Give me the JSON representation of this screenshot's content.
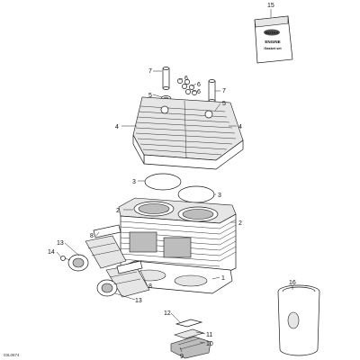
{
  "diagram": {
    "reference_code": "03L0874",
    "gasket_kit": {
      "brand": "ROTAX",
      "line1": "ENGINE",
      "line2": "Gasket set"
    },
    "callouts": [
      {
        "id": "c15",
        "label": "15"
      },
      {
        "id": "c7a",
        "label": "7"
      },
      {
        "id": "c5a",
        "label": "5"
      },
      {
        "id": "c6a",
        "label": "6"
      },
      {
        "id": "c6b",
        "label": "6"
      },
      {
        "id": "c6c",
        "label": "6"
      },
      {
        "id": "c7b",
        "label": "7"
      },
      {
        "id": "c5b",
        "label": "5"
      },
      {
        "id": "c4a",
        "label": "4"
      },
      {
        "id": "c4b",
        "label": "4"
      },
      {
        "id": "c3a",
        "label": "3"
      },
      {
        "id": "c3b",
        "label": "3"
      },
      {
        "id": "c2a",
        "label": "2"
      },
      {
        "id": "c2b",
        "label": "2"
      },
      {
        "id": "c13a",
        "label": "13"
      },
      {
        "id": "c8a",
        "label": "8"
      },
      {
        "id": "c14",
        "label": "14"
      },
      {
        "id": "c1",
        "label": "1"
      },
      {
        "id": "c8b",
        "label": "8"
      },
      {
        "id": "c13b",
        "label": "13"
      },
      {
        "id": "c16",
        "label": "16"
      },
      {
        "id": "c12",
        "label": "12"
      },
      {
        "id": "c11",
        "label": "11"
      },
      {
        "id": "c10",
        "label": "10"
      },
      {
        "id": "c9",
        "label": "9"
      }
    ]
  }
}
